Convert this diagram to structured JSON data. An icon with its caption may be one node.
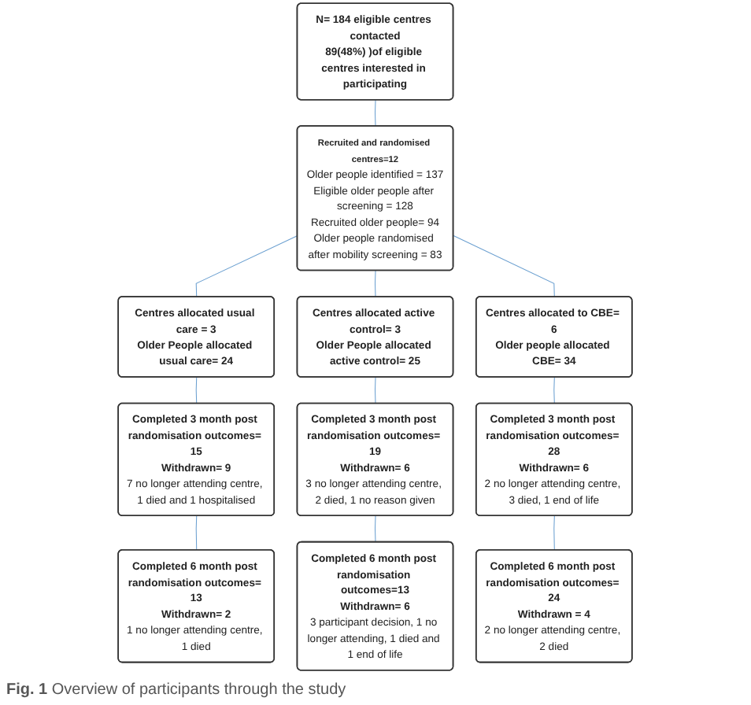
{
  "diagram": {
    "caption": "**Fig. 1** Overview of participants through the study",
    "nodes": [
      {
        "text": [
          "N= 184 eligible centres contacted",
          "89(48%) )of eligible centres interested in participating"
        ]
      },
      {
        "text": [
          "Recruited and randomised centres=12",
          "Older people identified = 137",
          "Eligible older people after screening = 128",
          "Recruited older people= 94",
          "Older people randomised after mobility screening = 83"
        ]
      },
      {
        "text": [
          "Centres allocated usual care = 3",
          "Older People allocated usual care= 24"
        ]
      },
      {
        "text": [
          "Centres allocated active control= 3",
          "Older People allocated active control= 25"
        ]
      },
      {
        "text": [
          "Centres allocated to CBE= 6",
          "Older people allocated CBE= 34"
        ]
      },
      {
        "text": [
          "Completed 3 month post randomisation outcomes= 15",
          "Withdrawn= 9",
          "7 no longer attending centre, 1 died and 1 hospitalised"
        ]
      },
      {
        "text": [
          "Completed 3 month post randomisation outcomes= 19",
          "Withdrawn= 6",
          "3 no longer attending centre, 2 died, 1 no reason given"
        ]
      },
      {
        "text": [
          "Completed 3 month post randomisation outcomes= 28",
          "Withdrawn= 6",
          "2 no longer attending centre, 3 died, 1 end of life"
        ]
      },
      {
        "text": [
          "Completed 6 month post randomisation outcomes= 13",
          "Withdrawn= 2",
          "1 no longer attending centre, 1 died"
        ]
      },
      {
        "text": [
          "Completed 6 month post randomisation outcomes=13",
          "Withdrawn= 6",
          "3 participant decision, 1 no longer attending, 1 died and 1 end of life"
        ]
      },
      {
        "text": [
          "Completed 6 month post randomisation outcomes= 24",
          "Withdrawn = 4",
          "2 no longer attending centre, 2 died"
        ]
      }
    ],
    "edges": [
      {
        "from": 0,
        "to": 1,
        "arrow": "none"
      },
      {
        "from": 1,
        "to": 2,
        "arrow": "none"
      },
      {
        "from": 1,
        "to": 3,
        "arrow": "none"
      },
      {
        "from": 1,
        "to": 4,
        "arrow": "none"
      },
      {
        "from": 2,
        "to": 5,
        "arrow": "none"
      },
      {
        "from": 3,
        "to": 6,
        "arrow": "none"
      },
      {
        "from": 4,
        "to": 7,
        "arrow": "none"
      },
      {
        "from": 5,
        "to": 8,
        "arrow": "none"
      },
      {
        "from": 6,
        "to": 9,
        "arrow": "none"
      },
      {
        "from": 7,
        "to": 10,
        "arrow": "none"
      }
    ]
  }
}
